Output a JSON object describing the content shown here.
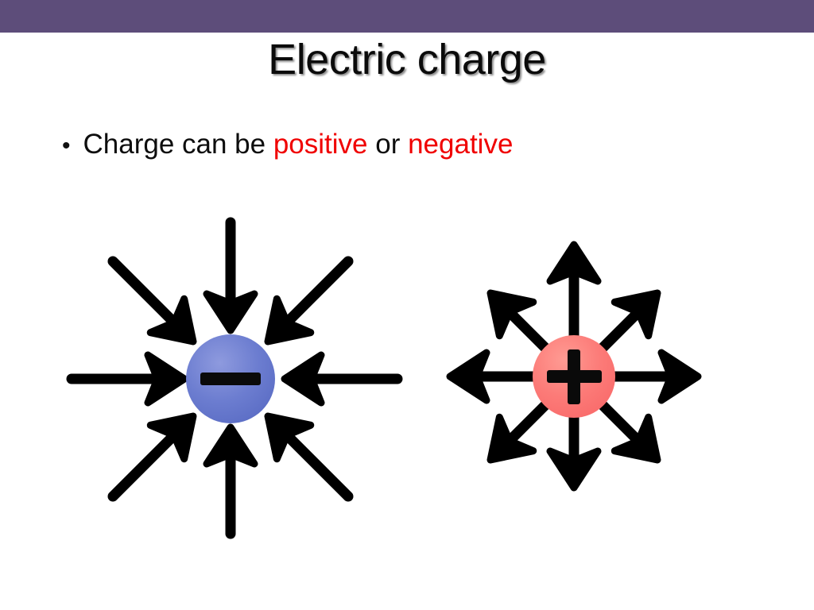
{
  "slide": {
    "title": "Electric charge",
    "band_color": "#5d4d7a",
    "background_color": "#ffffff",
    "title_color": "#0b0b0b"
  },
  "bullets": [
    {
      "marker": "•",
      "segments": [
        {
          "text": "Charge can be ",
          "color": "#0d0d0d"
        },
        {
          "text": "positive",
          "color": "#f00000"
        },
        {
          "text": " or ",
          "color": "#0d0d0d"
        },
        {
          "text": "negative",
          "color": "#f00000"
        }
      ],
      "full_text": "Charge can be positive or negative"
    }
  ],
  "diagrams": [
    {
      "name": "negative-charge",
      "sign": "−",
      "sign_label": "minus",
      "circle_color": "#6476cc",
      "circle_color_light": "#8290d8",
      "field_direction": "inward",
      "arrow_count": 8,
      "arrow_color": "#000000",
      "caption": ""
    },
    {
      "name": "positive-charge",
      "sign": "+",
      "sign_label": "plus",
      "circle_color": "#fa7273",
      "circle_color_light": "#ff8d8b",
      "field_direction": "outward",
      "arrow_count": 8,
      "arrow_color": "#000000",
      "caption": ""
    }
  ]
}
